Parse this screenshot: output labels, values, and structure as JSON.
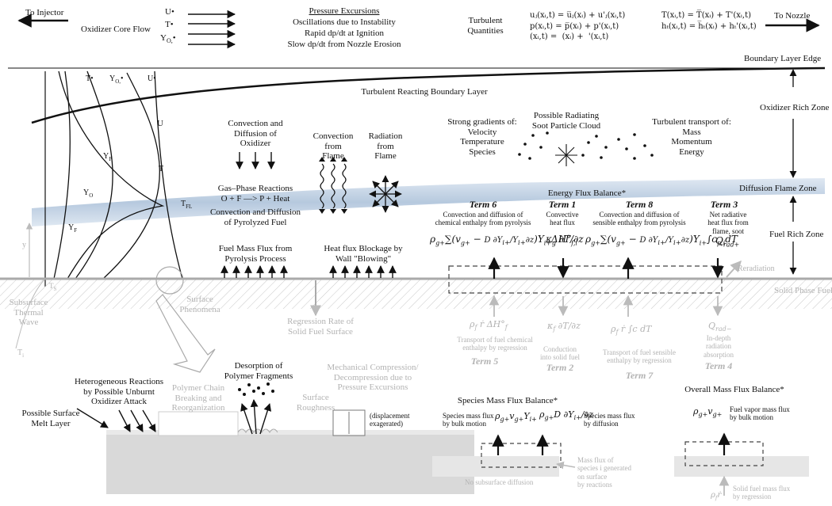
{
  "header": {
    "to_injector": "To Injector",
    "oxidizer_core_flow": "Oxidizer Core Flow",
    "u_sym": "U",
    "t_sym": "T",
    "yo_sym": "Y",
    "pressure_title": "Pressure Excursions",
    "pressure_1": "Oscillations due to Instability",
    "pressure_2": "Rapid dp/dt at Ignition",
    "pressure_3": "Slow dp/dt from Nozzle Erosion",
    "turbulent_quantities": "Turbulent\nQuantities",
    "eq_left": "uⱼ(xᵢ,t) = u̅ⱼ(xᵢ) + u'ⱼ(xᵢ,t)\np(xᵢ,t) = p̅(xᵢ) + p'(xᵢ,t)\n(xᵢ,t) =  (xᵢ) +  '(xᵢ,t)",
    "eq_right": "T(xᵢ,t) = T̅(xᵢ) + T'(xᵢ,t)\nhₜ(xᵢ,t) = h̅ₜ(xᵢ) + hₜ'(xᵢ,t)",
    "to_nozzle": "To Nozzle"
  },
  "zones": {
    "boundary_layer_edge": "Boundary Layer Edge",
    "oxidizer_rich": "Oxidizer Rich Zone",
    "diffusion_flame": "Diffusion Flame Zone",
    "fuel_rich": "Fuel Rich Zone",
    "solid_phase_fuel": "Solid Phase Fuel",
    "turbulent_reacting_bl": "Turbulent Reacting Boundary Layer"
  },
  "profiles": {
    "t_star": "T",
    "yo_star": "Y",
    "u_star": "U",
    "u": "U",
    "yp": "Y",
    "t": "T",
    "yo": "Y",
    "tfl": "T",
    "yf": "Y",
    "y_axis": "y",
    "ts": "T",
    "ti": "T"
  },
  "processes": {
    "conv_diff_ox": "Convection and\nDiffusion of\nOxidizer",
    "conv_flame": "Convection\nfrom\nFlame",
    "rad_flame": "Radiation\nfrom\nFlame",
    "strong_gradients": "Strong gradients of:\nVelocity\nTemperature\nSpecies",
    "soot_cloud": "Possible Radiating\nSoot Particle Cloud",
    "turb_transport": "Turbulent transport of:\nMass\nMomentum\nEnergy",
    "gas_phase": "Gas–Phase Reactions\nO + F —> P + Heat",
    "conv_diff_pyro": "Convection and Diffusion\nof Pyrolyzed Fuel",
    "fuel_mass_flux": "Fuel Mass Flux from\nPyrolysis Process",
    "heat_flux_blockage": "Heat flux Blockage by\nWall \"Blowing\""
  },
  "energy": {
    "title": "Energy Flux Balance*",
    "term6_title": "Term 6",
    "term6_desc": "Convection and diffusion of\nchemical enthalpy from pyrolysis",
    "term1_title": "Term 1",
    "term1_desc": "Convective\nheat flux",
    "term8_title": "Term 8",
    "term8_desc": "Convection and diffusion of\nsensible enthalpy from pyrolysis",
    "term3_title": "Term 3",
    "term3_desc": "Net radiative\nheat flux from\nflame, soot",
    "reradiation": "Reradiation",
    "term5_title": "Term 5",
    "term5_desc": "Transport of fuel chemical\nenthalpy by regression",
    "term2_title": "Term 2",
    "term2_desc": "Conduction\ninto solid fuel",
    "term7_title": "Term 7",
    "term7_desc": "Transport of fuel sensible\nenthalpy by regression",
    "term4_title": "Term 4",
    "term4_desc": "In-depth\nradiation\nabsorption"
  },
  "surface": {
    "subsurface_wave": "Subsurface\nThermal\nWave",
    "surface_phenomena": "Surface\nPhenomena",
    "regression_rate": "Regression Rate of\nSolid Fuel Surface",
    "heterogeneous": "Heterogeneous Reactions\nby Possible Unburnt\nOxidizer Attack",
    "melt_layer": "Possible Surface\nMelt Layer",
    "polymer_chain": "Polymer Chain\nBreaking and\nReorganization",
    "desorption": "Desorption of\nPolymer Fragments",
    "surface_roughness": "Surface\nRoughness",
    "mech_compression": "Mechanical Compression/\nDecompression due to\nPressure Excursions",
    "displacement": "(displacement\nexagerated)"
  },
  "species": {
    "title": "Species Mass Flux Balance*",
    "bulk": "Species mass flux\nby bulk motion",
    "diff": "Species mass flux\nby diffusion",
    "no_subsurface": "No subsurface diffusion",
    "generated": "Mass flux of\nspecies i generated\non surface\nby reactions"
  },
  "overall": {
    "title": "Overall Mass Flux Balance*",
    "vapor": "Fuel vapor mass flux\nby bulk motion",
    "solid": "Solid fuel mass flux\nby regression"
  },
  "colors": {
    "flame_band": "#b9cbe0",
    "gray_text": "#b3b3b3",
    "ink": "#111111"
  }
}
